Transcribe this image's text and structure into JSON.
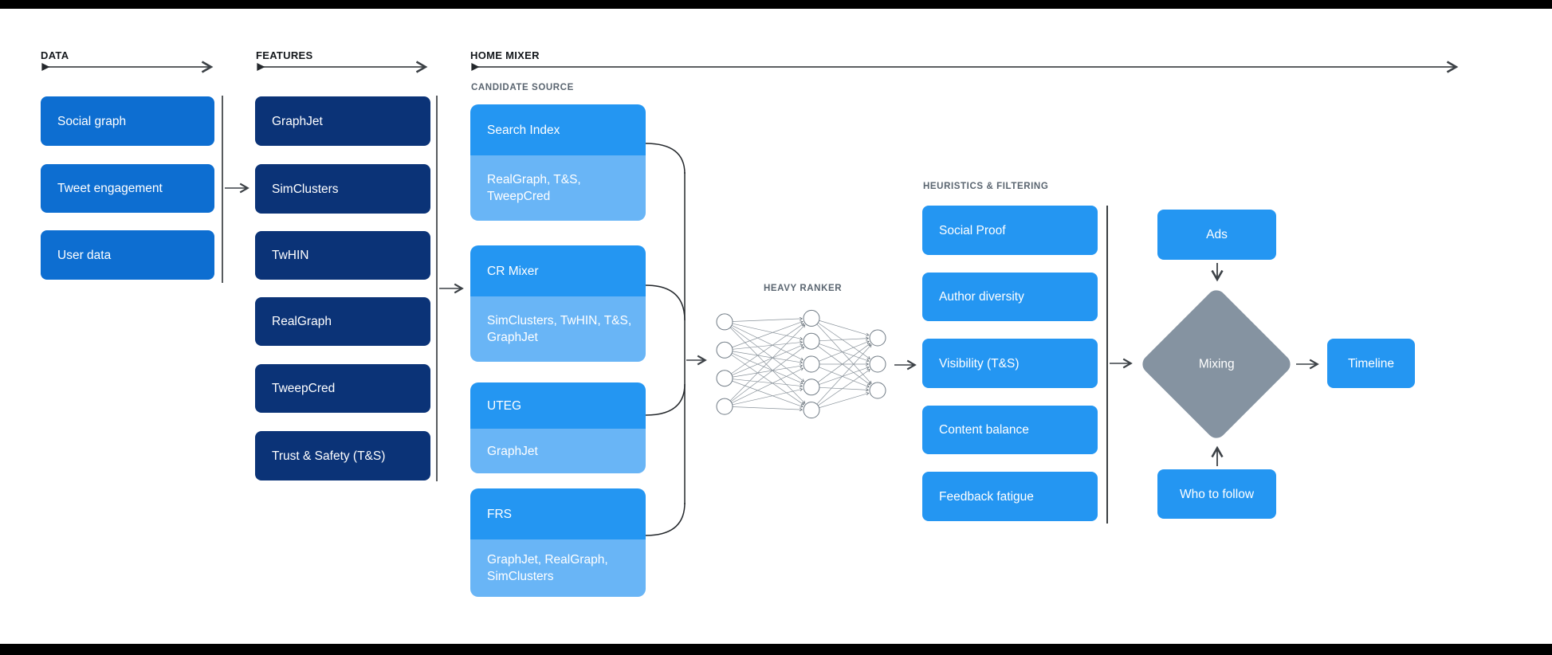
{
  "sections": {
    "data": {
      "label": "DATA",
      "items": [
        "Social graph",
        "Tweet engagement",
        "User data"
      ]
    },
    "features": {
      "label": "FEATURES",
      "items": [
        "GraphJet",
        "SimClusters",
        "TwHIN",
        "RealGraph",
        "TweepCred",
        "Trust & Safety (T&S)"
      ]
    },
    "home_mixer": {
      "label": "HOME MIXER",
      "candidate_source": {
        "label": "CANDIDATE SOURCE",
        "groups": [
          {
            "title": "Search Index",
            "sources": "RealGraph, T&S, TweepCred"
          },
          {
            "title": "CR Mixer",
            "sources": "SimClusters, TwHIN, T&S, GraphJet"
          },
          {
            "title": "UTEG",
            "sources": "GraphJet"
          },
          {
            "title": "FRS",
            "sources": "GraphJet, RealGraph, SimClusters"
          }
        ]
      },
      "heavy_ranker": {
        "label": "HEAVY RANKER",
        "layers": [
          4,
          5,
          3
        ]
      },
      "heuristics": {
        "label": "HEURISTICS & FILTERING",
        "items": [
          "Social Proof",
          "Author diversity",
          "Visibility (T&S)",
          "Content balance",
          "Feedback fatigue"
        ]
      },
      "mixing": {
        "top_input": "Ads",
        "bottom_input": "Who to follow",
        "node": "Mixing",
        "output": "Timeline"
      }
    }
  },
  "colors": {
    "data_box": "#0d6ed1",
    "features_box": "#0b3377",
    "bright_blue_box": "#2496f2",
    "light_blue_box": "#69b5f6",
    "mixing_diamond": "#8593a1",
    "connector": "#3c4146",
    "section_label": "#14181c",
    "sub_label": "#5a6570"
  }
}
